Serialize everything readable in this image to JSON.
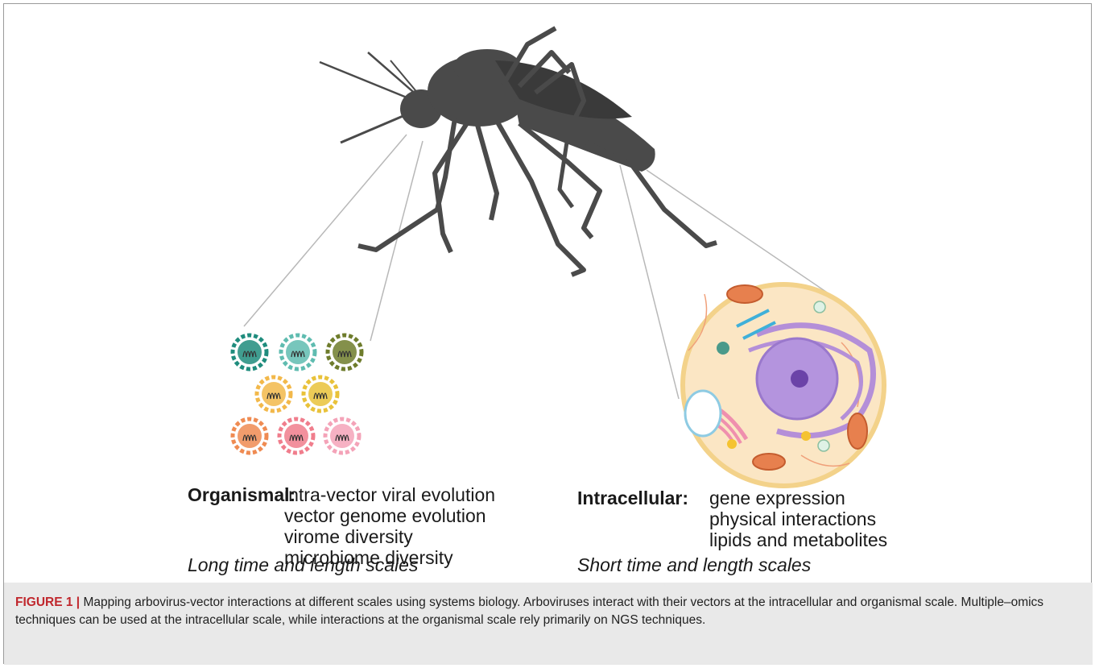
{
  "figure": {
    "organismal": {
      "heading": "Organismal:",
      "items": [
        "intra-vector viral evolution",
        "vector genome evolution",
        "virome diversity",
        "microbiome diversity"
      ],
      "scale": "Long time and length scales"
    },
    "intracellular": {
      "heading": "Intracellular:",
      "items": [
        "gene expression",
        "physical interactions",
        "lipids and metabolites"
      ],
      "scale": "Short time and length scales"
    },
    "virus_colors": [
      "#1f8c7d",
      "#5fbcb0",
      "#6e7c2c",
      "#f2b84a",
      "#e9c23a",
      "#ef8b52",
      "#f07d8c",
      "#f4a3b8"
    ]
  },
  "caption": {
    "title": "FIGURE 1 |",
    "text": " Mapping arbovirus-vector interactions at different scales using systems biology. Arboviruses interact with their vectors at the intracellular and organismal scale. Multiple–omics techniques can be used at the intracellular scale, while interactions at the organismal scale rely primarily on NGS techniques."
  }
}
